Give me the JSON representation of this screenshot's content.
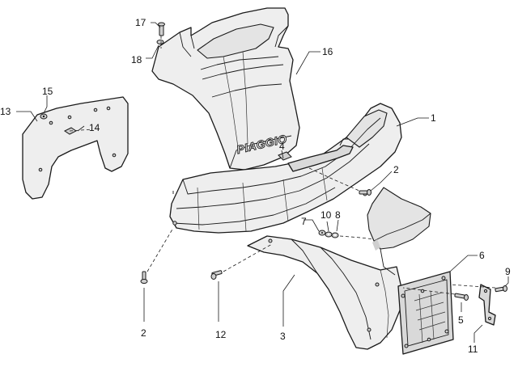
{
  "diagram": {
    "brand_text": "PIAGGIO",
    "callouts": [
      {
        "id": "c1",
        "label": "1"
      },
      {
        "id": "c2a",
        "label": "2"
      },
      {
        "id": "c2b",
        "label": "2"
      },
      {
        "id": "c3",
        "label": "3"
      },
      {
        "id": "c4",
        "label": "4"
      },
      {
        "id": "c5",
        "label": "5"
      },
      {
        "id": "c6",
        "label": "6"
      },
      {
        "id": "c7",
        "label": "7"
      },
      {
        "id": "c8",
        "label": "8"
      },
      {
        "id": "c9",
        "label": "9"
      },
      {
        "id": "c10",
        "label": "10"
      },
      {
        "id": "c11",
        "label": "11"
      },
      {
        "id": "c12",
        "label": "12"
      },
      {
        "id": "c13",
        "label": "13"
      },
      {
        "id": "c14",
        "label": "14"
      },
      {
        "id": "c15",
        "label": "15"
      },
      {
        "id": "c16",
        "label": "16"
      },
      {
        "id": "c17",
        "label": "17"
      },
      {
        "id": "c18",
        "label": "18"
      }
    ]
  }
}
